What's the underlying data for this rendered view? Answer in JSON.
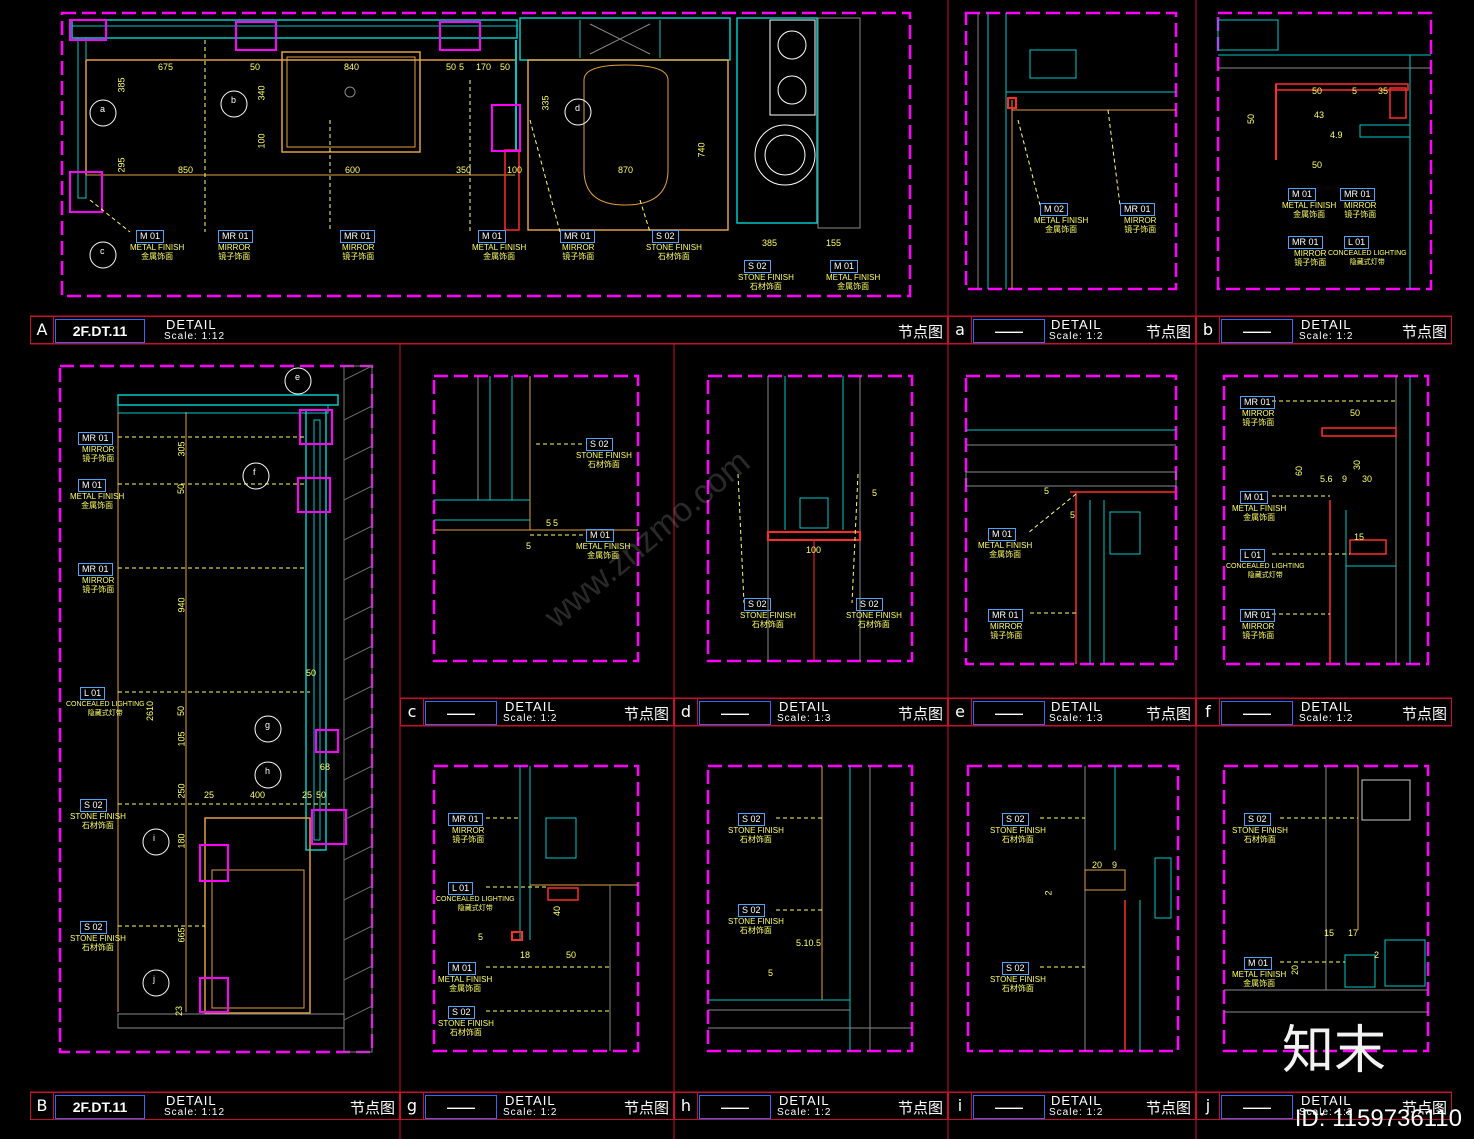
{
  "title_blocks": [
    {
      "letter": "A",
      "code": "2F.DT.11",
      "detail": "DETAIL",
      "scale": "Scale: 1:12",
      "cn": "节点图"
    },
    {
      "letter": "a",
      "code": "——",
      "detail": "DETAIL",
      "scale": "Scale: 1:2",
      "cn": "节点图"
    },
    {
      "letter": "b",
      "code": "——",
      "detail": "DETAIL",
      "scale": "Scale: 1:2",
      "cn": "节点图"
    },
    {
      "letter": "c",
      "code": "——",
      "detail": "DETAIL",
      "scale": "Scale: 1:2",
      "cn": "节点图"
    },
    {
      "letter": "d",
      "code": "——",
      "detail": "DETAIL",
      "scale": "Scale: 1:3",
      "cn": "节点图"
    },
    {
      "letter": "e",
      "code": "——",
      "detail": "DETAIL",
      "scale": "Scale: 1:3",
      "cn": "节点图"
    },
    {
      "letter": "f",
      "code": "——",
      "detail": "DETAIL",
      "scale": "Scale: 1:2",
      "cn": "节点图"
    },
    {
      "letter": "B",
      "code": "2F.DT.11",
      "detail": "DETAIL",
      "scale": "Scale: 1:12",
      "cn": "节点图"
    },
    {
      "letter": "g",
      "code": "——",
      "detail": "DETAIL",
      "scale": "Scale: 1:2",
      "cn": "节点图"
    },
    {
      "letter": "h",
      "code": "——",
      "detail": "DETAIL",
      "scale": "Scale: 1:2",
      "cn": "节点图"
    },
    {
      "letter": "i",
      "code": "——",
      "detail": "DETAIL",
      "scale": "Scale: 1:2",
      "cn": "节点图"
    },
    {
      "letter": "j",
      "code": "——",
      "detail": "DETAIL",
      "scale": "Scale: 1:2",
      "cn": "节点图"
    }
  ],
  "plan_A": {
    "dims_top": [
      "675",
      "840",
      "50",
      "5",
      "170",
      "50",
      "50"
    ],
    "dims_mid": [
      "850",
      "600",
      "350",
      "100",
      "870"
    ],
    "dims_vert": [
      "385",
      "295",
      "340",
      "100",
      "335",
      "740"
    ],
    "dims_bottom": [
      "385",
      "155"
    ],
    "callouts": [
      "a",
      "b",
      "c",
      "d"
    ],
    "labels": [
      {
        "tag": "M  01",
        "en": "METAL FINISH",
        "cn": "金属饰面"
      },
      {
        "tag": "MR  01",
        "en": "MIRROR",
        "cn": "镜子饰面"
      },
      {
        "tag": "MR  01",
        "en": "MIRROR",
        "cn": "镜子饰面"
      },
      {
        "tag": "M  01",
        "en": "METAL FINISH",
        "cn": "金属饰面"
      },
      {
        "tag": "MR  01",
        "en": "MIRROR",
        "cn": "镜子饰面"
      },
      {
        "tag": "S  02",
        "en": "STONE FINISH",
        "cn": "石材饰面"
      },
      {
        "tag": "S  02",
        "en": "STONE FINISH",
        "cn": "石材饰面"
      },
      {
        "tag": "M  01",
        "en": "METAL FINISH",
        "cn": "金属饰面"
      }
    ]
  },
  "elev_B": {
    "dims": [
      "305",
      "50",
      "940",
      "2610",
      "50",
      "105",
      "250",
      "180",
      "665",
      "23",
      "25",
      "400",
      "25",
      "50",
      "50",
      "68"
    ],
    "callouts": [
      "e",
      "f",
      "g",
      "h",
      "i",
      "j"
    ],
    "labels": [
      {
        "tag": "MR  01",
        "en": "MIRROR",
        "cn": "镜子饰面"
      },
      {
        "tag": "M  01",
        "en": "METAL FINISH",
        "cn": "金属饰面"
      },
      {
        "tag": "MR  01",
        "en": "MIRROR",
        "cn": "镜子饰面"
      },
      {
        "tag": "L  01",
        "en": "CONCEALED LIGHTING",
        "cn": "隐藏式灯带"
      },
      {
        "tag": "S  02",
        "en": "STONE FINISH",
        "cn": "石材饰面"
      },
      {
        "tag": "S  02",
        "en": "STONE FINISH",
        "cn": "石材饰面"
      }
    ]
  },
  "detail_labels": {
    "a": [
      {
        "tag": "M  02",
        "en": "METAL FINISH",
        "cn": "金属饰面"
      },
      {
        "tag": "MR  01",
        "en": "MIRROR",
        "cn": "镜子饰面"
      }
    ],
    "b": [
      {
        "tag": "M  01",
        "en": "METAL FINISH",
        "cn": "金属饰面"
      },
      {
        "tag": "MR  01",
        "en": "MIRROR",
        "cn": "镜子饰面"
      },
      {
        "tag": "MR  01",
        "en": "MIRROR",
        "cn": "镜子饰面"
      },
      {
        "tag": "L  01",
        "en": "CONCEALED LIGHTING",
        "cn": "隐藏式灯带"
      }
    ],
    "c": [
      {
        "tag": "S  02",
        "en": "STONE FINISH",
        "cn": "石材饰面"
      },
      {
        "tag": "M  01",
        "en": "METAL FINISH",
        "cn": "金属饰面"
      }
    ],
    "d": [
      {
        "tag": "S  02",
        "en": "STONE FINISH",
        "cn": "石材饰面"
      },
      {
        "tag": "S  02",
        "en": "STONE FINISH",
        "cn": "石材饰面"
      }
    ],
    "e": [
      {
        "tag": "M  01",
        "en": "METAL FINISH",
        "cn": "金属饰面"
      },
      {
        "tag": "MR  01",
        "en": "MIRROR",
        "cn": "镜子饰面"
      }
    ],
    "f": [
      {
        "tag": "MR  01",
        "en": "MIRROR",
        "cn": "镜子饰面"
      },
      {
        "tag": "M  01",
        "en": "METAL FINISH",
        "cn": "金属饰面"
      },
      {
        "tag": "L  01",
        "en": "CONCEALED LIGHTING",
        "cn": "隐藏式灯带"
      },
      {
        "tag": "MR  01",
        "en": "MIRROR",
        "cn": "镜子饰面"
      }
    ],
    "g": [
      {
        "tag": "MR  01",
        "en": "MIRROR",
        "cn": "镜子饰面"
      },
      {
        "tag": "L  01",
        "en": "CONCEALED LIGHTING",
        "cn": "隐藏式灯带"
      },
      {
        "tag": "M  01",
        "en": "METAL FINISH",
        "cn": "金属饰面"
      },
      {
        "tag": "S  02",
        "en": "STONE FINISH",
        "cn": "石材饰面"
      }
    ],
    "h": [
      {
        "tag": "S  02",
        "en": "STONE FINISH",
        "cn": "石材饰面"
      },
      {
        "tag": "S  02",
        "en": "STONE FINISH",
        "cn": "石材饰面"
      }
    ],
    "i": [
      {
        "tag": "S  02",
        "en": "STONE FINISH",
        "cn": "石材饰面"
      },
      {
        "tag": "S  02",
        "en": "STONE FINISH",
        "cn": "石材饰面"
      }
    ],
    "j": [
      {
        "tag": "S  02",
        "en": "STONE FINISH",
        "cn": "石材饰面"
      },
      {
        "tag": "M  01",
        "en": "METAL FINISH",
        "cn": "金属饰面"
      }
    ]
  },
  "detail_dims": {
    "b": [
      "50",
      "5",
      "35",
      "43",
      "4.9",
      "50",
      "50"
    ],
    "c": [
      "5",
      "5",
      "5"
    ],
    "d": [
      "100",
      "5"
    ],
    "e": [
      "5",
      "5"
    ],
    "f": [
      "50",
      "5.6",
      "9",
      "30",
      "30",
      "60",
      "15"
    ],
    "g": [
      "18",
      "50",
      "40",
      "5"
    ],
    "h": [
      "5.10.5",
      "5"
    ],
    "i": [
      "20",
      "9",
      "2"
    ],
    "j": [
      "15",
      "17",
      "20",
      "2"
    ]
  },
  "watermark": "www.znzmo.com",
  "logo_text": "知末",
  "id_text": "ID: 1159736110",
  "colors": {
    "frame": "#ff00ff",
    "border": "#c8102e",
    "cyan": "#00c8c8",
    "yellow": "#ffff66",
    "red": "#ff2a2a",
    "blue": "#2b6cff"
  }
}
